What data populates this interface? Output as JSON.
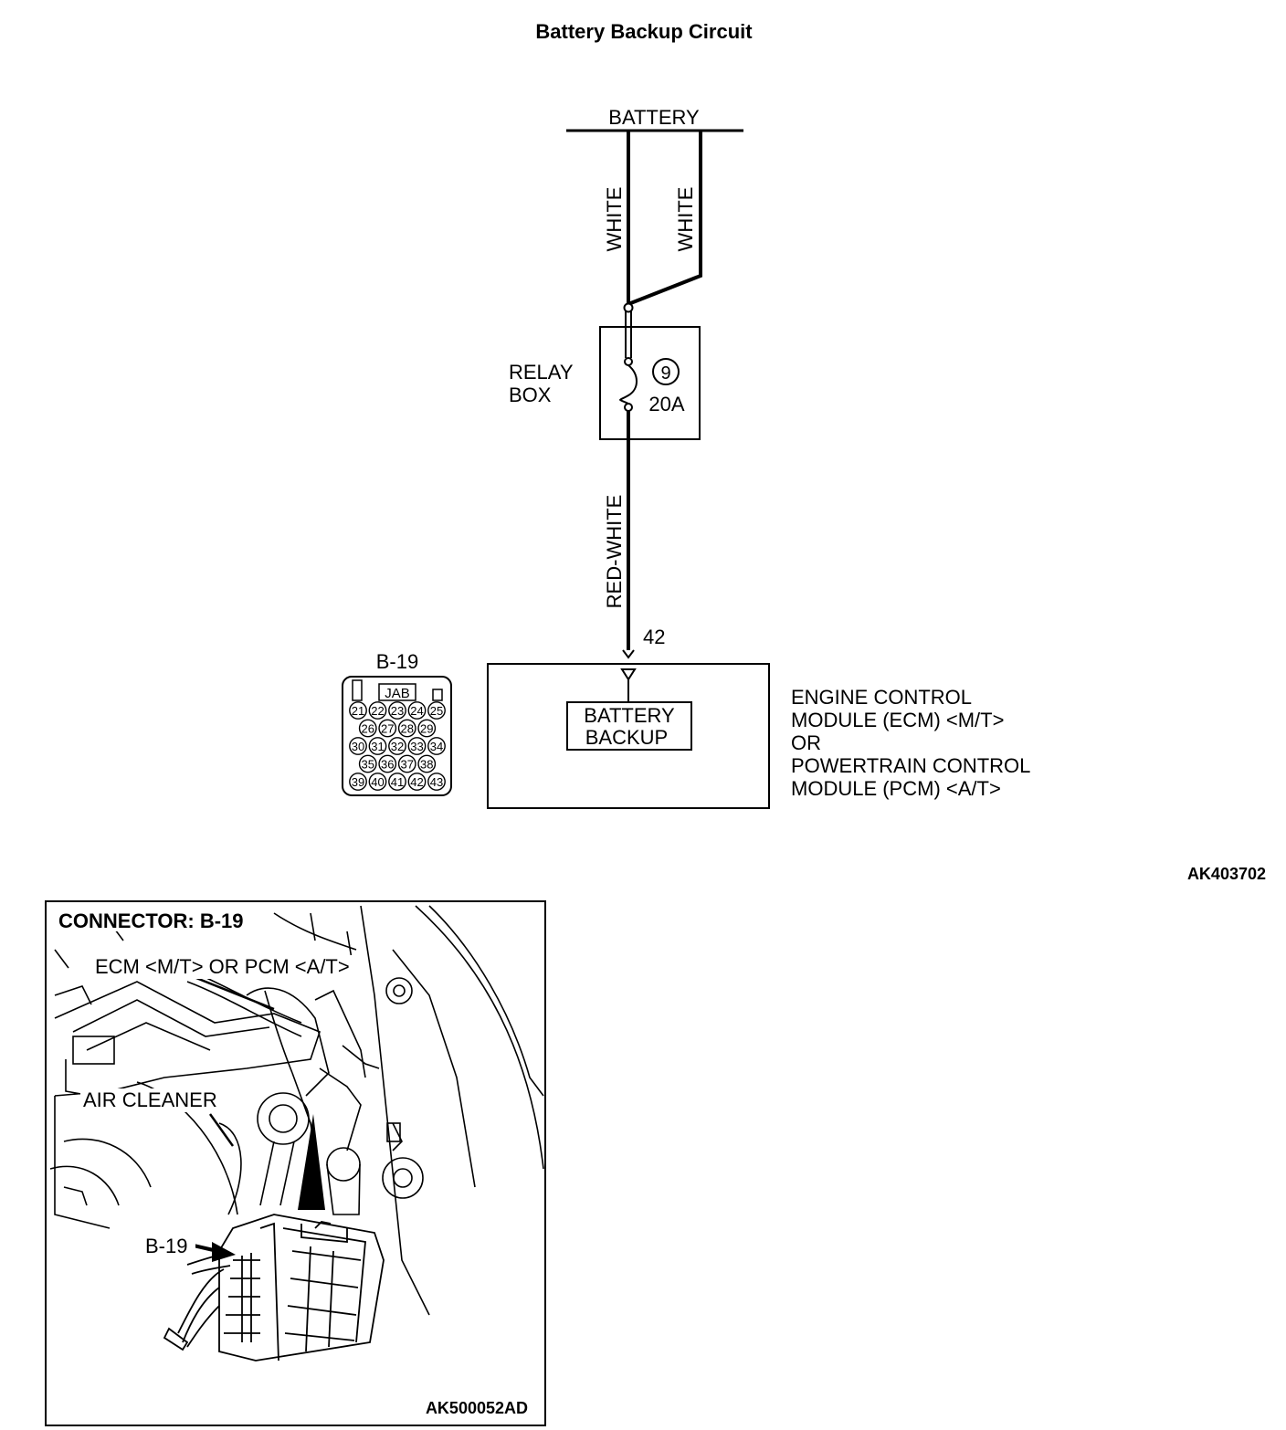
{
  "title": "Battery Backup Circuit",
  "battery_label": "BATTERY",
  "wire_white_left": "WHITE",
  "wire_white_right": "WHITE",
  "relay_box": {
    "line1": "RELAY",
    "line2": "BOX",
    "fuse_number": "9",
    "fuse_rating": "20A"
  },
  "wire_red_white": "RED-WHITE",
  "pin_number": "42",
  "battery_backup": {
    "line1": "BATTERY",
    "line2": "BACKUP"
  },
  "module_label": {
    "line1": "ENGINE CONTROL",
    "line2": "MODULE (ECM) <M/T>",
    "line3": "OR",
    "line4": "POWERTRAIN CONTROL",
    "line5": "MODULE (PCM) <A/T>"
  },
  "connector": {
    "name": "B-19",
    "key": "JAB",
    "rows": [
      [
        "21",
        "22",
        "23",
        "24",
        "25"
      ],
      [
        "26",
        "27",
        "28",
        "29"
      ],
      [
        "30",
        "31",
        "32",
        "33",
        "34"
      ],
      [
        "35",
        "36",
        "37",
        "38"
      ],
      [
        "39",
        "40",
        "41",
        "42",
        "43"
      ]
    ]
  },
  "figure_code_top": "AK403702",
  "inset": {
    "title": "CONNECTOR: B-19",
    "ecm_label": "ECM <M/T> OR PCM <A/T>",
    "air_cleaner_label": "AIR CLEANER",
    "connector_callout": "B-19",
    "figure_code": "AK500052AD"
  }
}
